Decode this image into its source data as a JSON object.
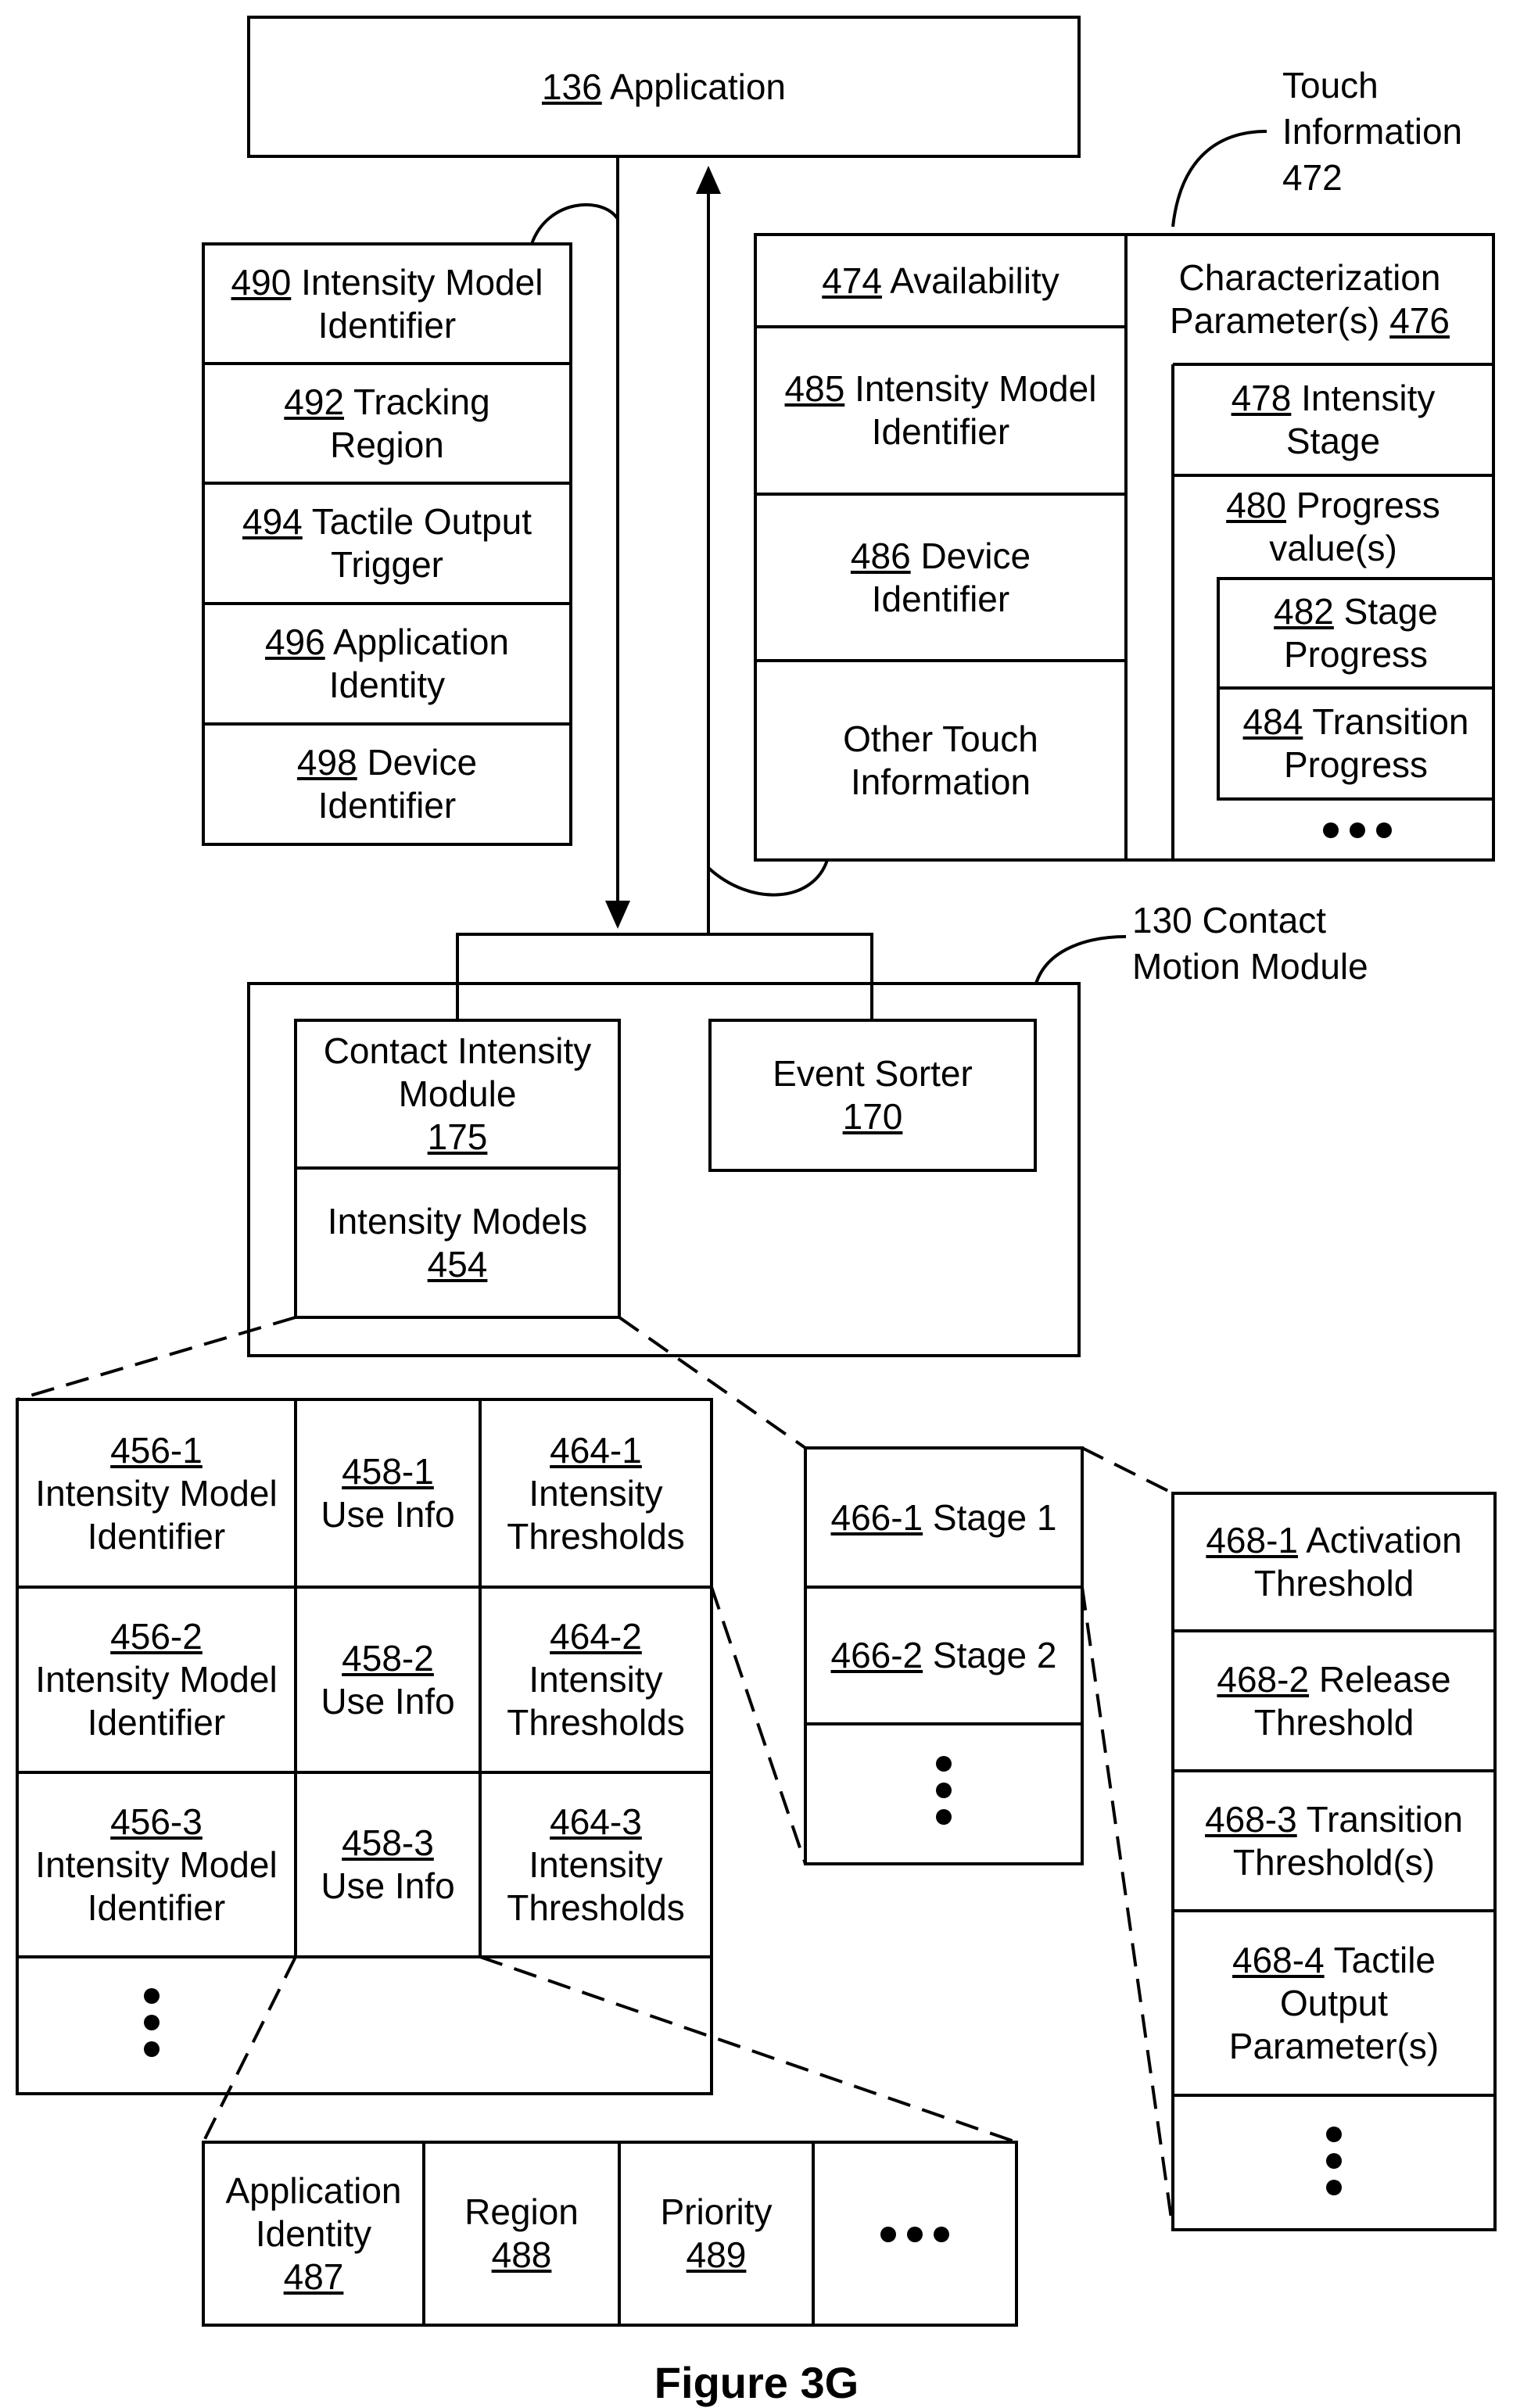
{
  "application": {
    "num": "136",
    "text": "Application"
  },
  "touch_info_label": {
    "line1": "Touch",
    "line2": "Information",
    "line3": "472"
  },
  "contact_motion_label": {
    "line1": "130 Contact",
    "line2": "Motion Module"
  },
  "left_stack": [
    {
      "num": "490",
      "l1": "Intensity Model",
      "l2": "Identifier"
    },
    {
      "num": "492",
      "l1": "Tracking",
      "l2": "Region"
    },
    {
      "num": "494",
      "l1": "Tactile Output",
      "l2": "Trigger"
    },
    {
      "num": "496",
      "l1": "Application",
      "l2": "Identity"
    },
    {
      "num": "498",
      "l1": "Device",
      "l2": "Identifier"
    }
  ],
  "touch_info": {
    "availability": {
      "num": "474",
      "text": "Availability"
    },
    "intensity_model_id": {
      "num": "485",
      "l1": "Intensity Model",
      "l2": "Identifier"
    },
    "device_id": {
      "num": "486",
      "l1": "Device",
      "l2": "Identifier"
    },
    "other": {
      "l1": "Other Touch",
      "l2": "Information"
    },
    "char_params": {
      "l1": "Characterization",
      "l2": "Parameter(s)",
      "num": "476"
    },
    "intensity_stage": {
      "num": "478",
      "l1": "Intensity",
      "l2": "Stage"
    },
    "progress": {
      "num": "480",
      "l1": "Progress",
      "l2": "value(s)"
    },
    "stage_progress": {
      "num": "482",
      "l1": "Stage",
      "l2": "Progress"
    },
    "transition_progress": {
      "num": "484",
      "l1": "Transition",
      "l2": "Progress"
    }
  },
  "contact_intensity": {
    "l1": "Contact Intensity",
    "l2": "Module",
    "num": "175"
  },
  "intensity_models": {
    "l1": "Intensity Models",
    "num": "454"
  },
  "event_sorter": {
    "l1": "Event Sorter",
    "num": "170"
  },
  "model_table": [
    [
      {
        "num": "456-1",
        "l1": "Intensity Model",
        "l2": "Identifier"
      },
      {
        "num": "458-1",
        "l1": "Use Info"
      },
      {
        "num": "464-1",
        "l1": "Intensity",
        "l2": "Thresholds"
      }
    ],
    [
      {
        "num": "456-2",
        "l1": "Intensity Model",
        "l2": "Identifier"
      },
      {
        "num": "458-2",
        "l1": "Use Info"
      },
      {
        "num": "464-2",
        "l1": "Intensity",
        "l2": "Thresholds"
      }
    ],
    [
      {
        "num": "456-3",
        "l1": "Intensity Model",
        "l2": "Identifier"
      },
      {
        "num": "458-3",
        "l1": "Use Info"
      },
      {
        "num": "464-3",
        "l1": "Intensity",
        "l2": "Thresholds"
      }
    ]
  ],
  "stages": [
    {
      "num": "466-1",
      "text": "Stage 1"
    },
    {
      "num": "466-2",
      "text": "Stage 2"
    }
  ],
  "thresholds": [
    {
      "num": "468-1",
      "l1": "Activation",
      "l2": "Threshold"
    },
    {
      "num": "468-2",
      "l1": "Release",
      "l2": "Threshold"
    },
    {
      "num": "468-3",
      "l1": "Transition",
      "l2": "Threshold(s)"
    },
    {
      "num": "468-4",
      "l1": "Tactile",
      "l2": "Output",
      "l3": "Parameter(s)"
    }
  ],
  "use_info": [
    {
      "l1": "Application",
      "l2": "Identity",
      "num": "487"
    },
    {
      "l1": "Region",
      "num": "488"
    },
    {
      "l1": "Priority",
      "num": "489"
    }
  ],
  "figure_caption": "Figure 3G"
}
